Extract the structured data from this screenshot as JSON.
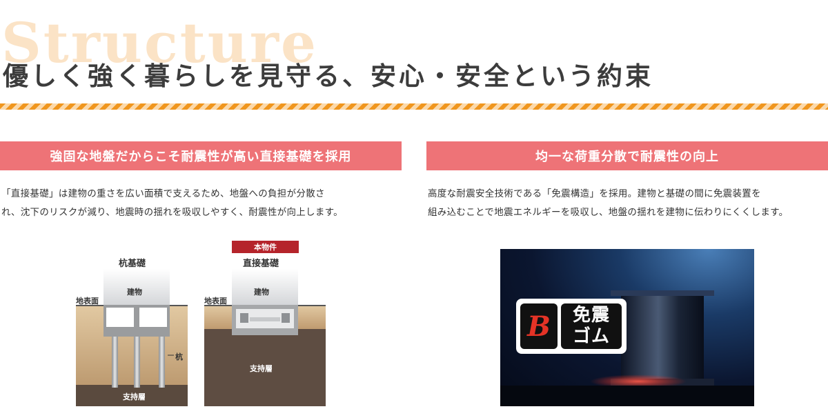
{
  "section": {
    "bg_word": "Structure",
    "title": "優しく強く暮らしを見守る、安心・安全という約束"
  },
  "left": {
    "heading": "強固な地盤だからこそ耐震性が高い直接基礎を採用",
    "desc_lines": [
      "「直接基礎」は建物の重さを広い面積で支えるため、地盤への負担が分散さ",
      "れ、沈下のリスクが減り、地震時の揺れを吸収しやすく、耐震性が向上します。"
    ],
    "pile_diagram": {
      "title": "杭基礎",
      "building": "建物",
      "surface": "地表面",
      "pile": "杭",
      "bearing": "支持層"
    },
    "direct_diagram": {
      "badge": "本物件",
      "title": "直接基礎",
      "building": "建物",
      "surface": "地表面",
      "bearing": "支持層"
    }
  },
  "right": {
    "heading": "均一な荷重分散で耐震性の向上",
    "desc_lines": [
      "高度な耐震安全技術である「免震構造」を採用。建物と基礎の間に免震装置を",
      "組み込むことで地震エネルギーを吸収し、地盤の揺れを建物に伝わりにくくします。"
    ],
    "logo": {
      "mark": "B",
      "line1": "免震",
      "line2": "ゴム"
    }
  },
  "colors": {
    "accent_pink": "#ee7377",
    "stripe_orange": "#f0961e",
    "badge_red": "#b5242b",
    "soil_brown": "#c4a27a",
    "bearing_dark": "#5a4a3e"
  }
}
